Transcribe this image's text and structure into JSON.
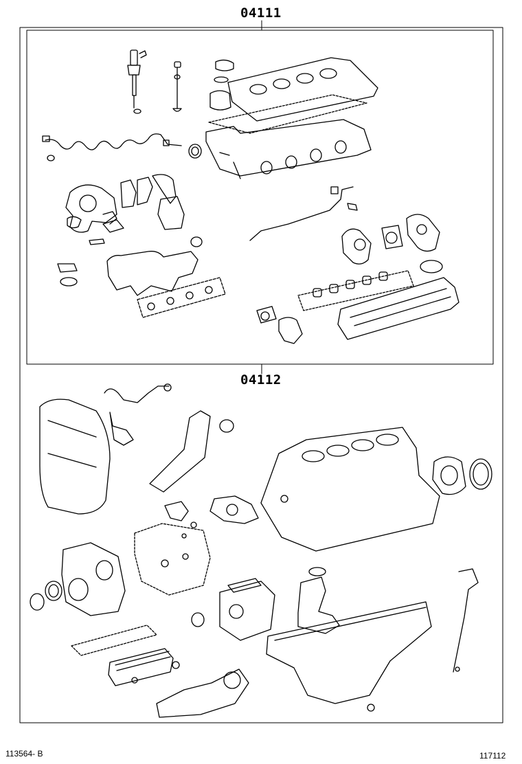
{
  "diagram": {
    "kit_upper": {
      "part_number": "04111"
    },
    "kit_lower": {
      "part_number": "04112"
    },
    "footer": {
      "illustration_code": "113564- B",
      "page_code": "117112"
    }
  }
}
